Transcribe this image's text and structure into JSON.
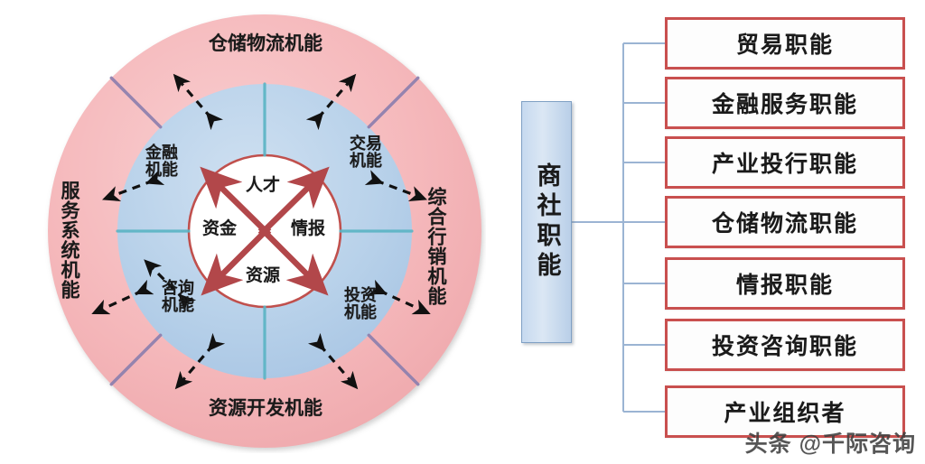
{
  "wheel": {
    "outer_ring": [
      {
        "id": "warehouse",
        "label": "仓储物流机能",
        "position": "top"
      },
      {
        "id": "marketing",
        "label": "综合行销机能",
        "position": "right"
      },
      {
        "id": "resource",
        "label": "资源开发机能",
        "position": "bottom"
      },
      {
        "id": "service",
        "label": "服务系统机能",
        "position": "left"
      }
    ],
    "inner_ring": [
      {
        "id": "finance",
        "label": "金融\n机能",
        "position": "top-left"
      },
      {
        "id": "trade",
        "label": "交易\n机能",
        "position": "top-right"
      },
      {
        "id": "consult",
        "label": "咨询\n机能",
        "position": "bottom-left"
      },
      {
        "id": "invest",
        "label": "投资\n机能",
        "position": "bottom-right"
      }
    ],
    "core": [
      {
        "id": "talent",
        "label": "人才"
      },
      {
        "id": "capital",
        "label": "资金"
      },
      {
        "id": "intel",
        "label": "情报"
      },
      {
        "id": "resource",
        "label": "资源"
      }
    ],
    "colors": {
      "outer_ring_fill": "#f5b8bb",
      "inner_ring_fill": "#b9d2ea",
      "core_fill": "#ffffff",
      "core_border": "#c0504d",
      "outer_divider": "#8d7fae",
      "inner_divider": "#5ab4c4",
      "arrow_core": "#b2474a",
      "arrow_dashed": "#121212"
    }
  },
  "tree": {
    "root": {
      "label": "商社职能"
    },
    "leaves": [
      {
        "label": "贸易职能"
      },
      {
        "label": "金融服务职能"
      },
      {
        "label": "产业投行职能"
      },
      {
        "label": "仓储物流职能"
      },
      {
        "label": "情报职能"
      },
      {
        "label": "投资咨询职能"
      },
      {
        "label": "产业组织者"
      }
    ],
    "colors": {
      "root_fill": "#c6d9ef",
      "root_border": "#7fa0c4",
      "leaf_border": "#c9504f",
      "leaf_fill": "#fdfdfd",
      "connector": "#9bb4d3"
    }
  },
  "watermark": {
    "text": "头条 @千际咨询"
  }
}
